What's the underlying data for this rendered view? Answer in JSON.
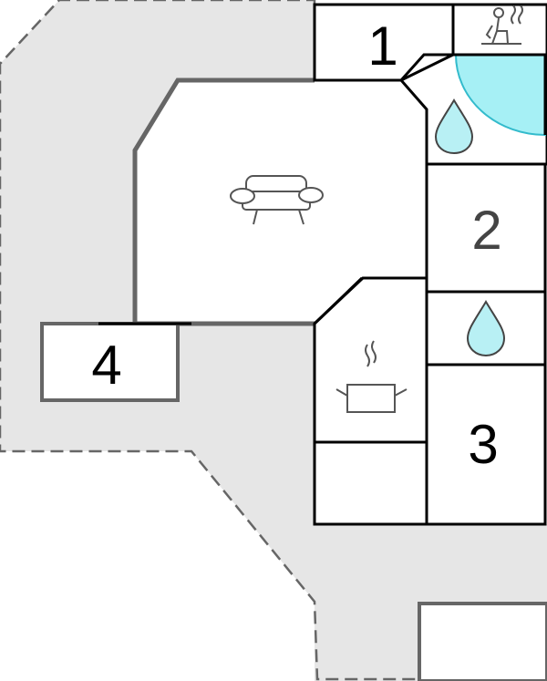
{
  "rooms": [
    {
      "number": "1"
    },
    {
      "number": "2"
    },
    {
      "number": "3"
    },
    {
      "number": "4"
    }
  ],
  "icons": {
    "sauna": "sauna-icon",
    "living": "sofa-icon",
    "kitchen": "cooking-pot-icon",
    "bath_1": "water-drop-icon",
    "bath_2": "water-drop-icon",
    "pool": "pool"
  },
  "colors": {
    "terrace": "#e6e6e6",
    "walls": "#000000",
    "gray_walls": "#666666",
    "pool": "#a6f0f5",
    "pool_edge": "#33bbcc",
    "water_drop": "#b8f0f4"
  }
}
